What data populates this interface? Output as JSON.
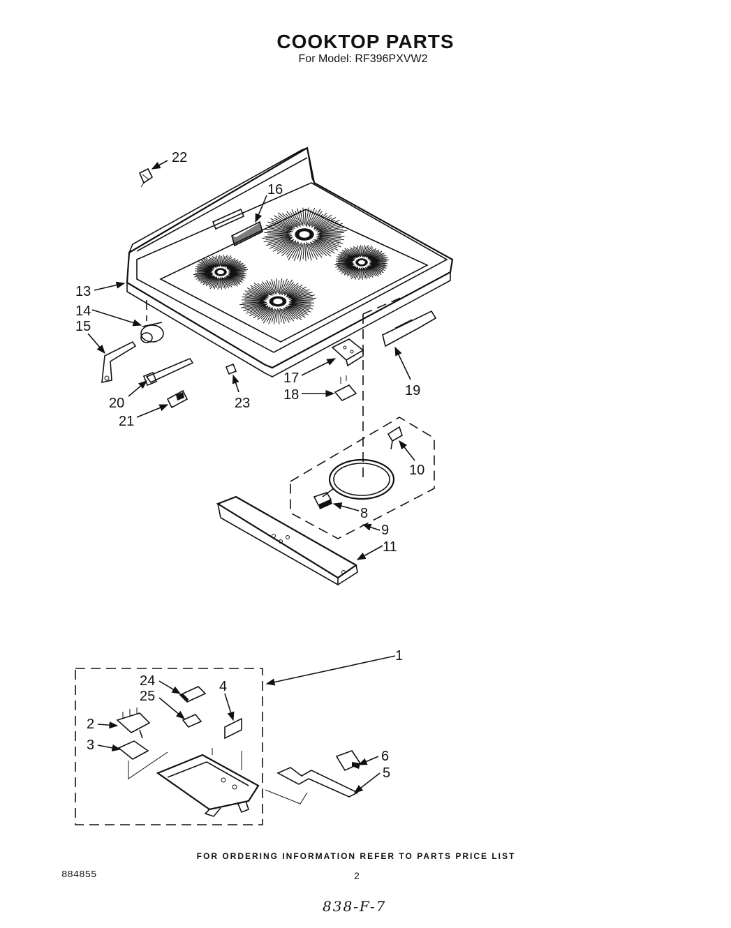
{
  "page": {
    "title": "COOKTOP PARTS",
    "model_line": "For Model: RF396PXVW2",
    "footer_note": "FOR ORDERING INFORMATION REFER TO PARTS PRICE LIST",
    "doc_number": "884855",
    "page_number": "2",
    "handwritten_note": "838-F-7"
  },
  "callouts": {
    "c1": "1",
    "c2": "2",
    "c3": "3",
    "c4": "4",
    "c5": "5",
    "c6": "6",
    "c8": "8",
    "c9": "9",
    "c10": "10",
    "c11": "11",
    "c13": "13",
    "c14": "14",
    "c15": "15",
    "c16": "16",
    "c17": "17",
    "c18": "18",
    "c19": "19",
    "c20": "20",
    "c21": "21",
    "c22": "22",
    "c23": "23",
    "c24": "24",
    "c25": "25"
  }
}
